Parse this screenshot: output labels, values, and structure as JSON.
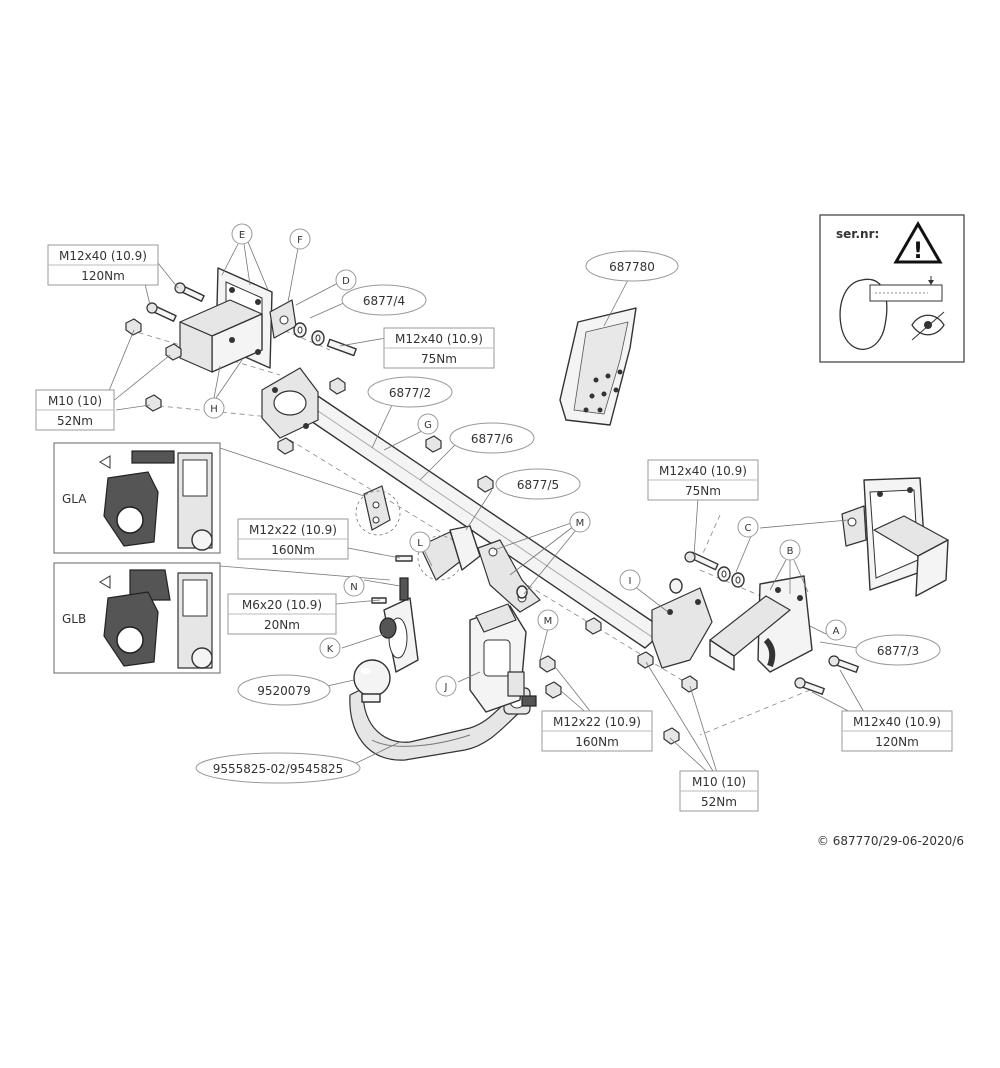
{
  "labels": {
    "E": "E",
    "F": "F",
    "D": "D",
    "H": "H",
    "G": "G",
    "L": "L",
    "N": "N",
    "K": "K",
    "J": "J",
    "M1": "M",
    "M2": "M",
    "I": "I",
    "C": "C",
    "B": "B",
    "A": "A"
  },
  "specs": {
    "tl_bolt": [
      "M12x40 (10.9)",
      "120Nm"
    ],
    "tl_nut": [
      "M10 (10)",
      "52Nm"
    ],
    "mid_bolt": [
      "M12x40 (10.9)",
      "75Nm"
    ],
    "right_bolt": [
      "M12x40 (10.9)",
      "75Nm"
    ],
    "l_bolt": [
      "M12x22 (10.9)",
      "160Nm"
    ],
    "n_bolt": [
      "M6x20 (10.9)",
      "20Nm"
    ],
    "m_bolt": [
      "M12x22 (10.9)",
      "160Nm"
    ],
    "br_bolt": [
      "M12x40 (10.9)",
      "120Nm"
    ],
    "br_nut": [
      "M10 (10)",
      "52Nm"
    ]
  },
  "parts": {
    "p6877_4": "6877/4",
    "p687780": "687780",
    "p6877_2": "6877/2",
    "p6877_6": "6877/6",
    "p6877_5": "6877/5",
    "p6877_3": "6877/3",
    "p9520079": "9520079",
    "p9555825": "9555825-02/9545825"
  },
  "insets": {
    "gla": "GLA",
    "glb": "GLB",
    "sernr": "ser.nr:"
  },
  "footer": "© 687770/29-06-2020/6"
}
